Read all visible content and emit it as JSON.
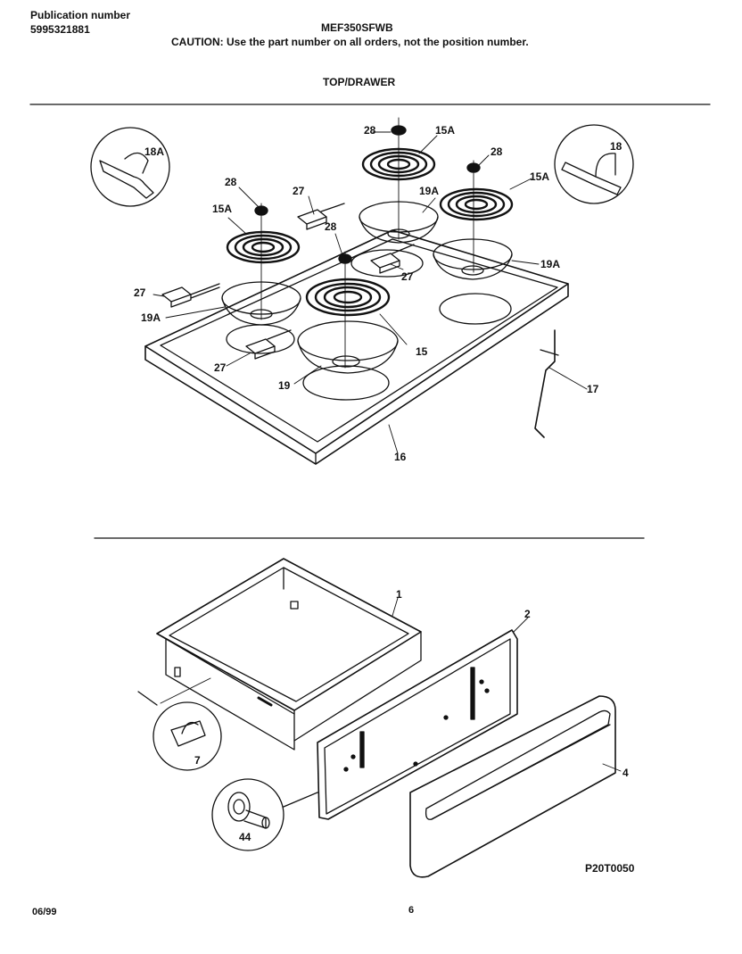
{
  "header": {
    "publication_label": "Publication number",
    "publication_number": "5995321881",
    "model": "MEF350SFWB",
    "caution": "CAUTION:  Use the part number on all orders, not the position number.",
    "section_title": "TOP/DRAWER"
  },
  "footer": {
    "date": "06/99",
    "page": "6",
    "figure_code": "P20T0050"
  },
  "callouts": {
    "c18A": "18A",
    "c18": "18",
    "c28a": "28",
    "c28b": "28",
    "c28c": "28",
    "c28d": "28",
    "c15Aa": "15A",
    "c15Ab": "15A",
    "c15Ac": "15A",
    "c27a": "27",
    "c27b": "27",
    "c27c": "27",
    "c27d": "27",
    "c19Aa": "19A",
    "c19Ab": "19A",
    "c19Ac": "19A",
    "c15": "15",
    "c19": "19",
    "c17": "17",
    "c16": "16",
    "c1": "1",
    "c2": "2",
    "c4": "4",
    "c7": "7",
    "c44": "44"
  },
  "colors": {
    "ink": "#111111",
    "paper": "#ffffff"
  }
}
